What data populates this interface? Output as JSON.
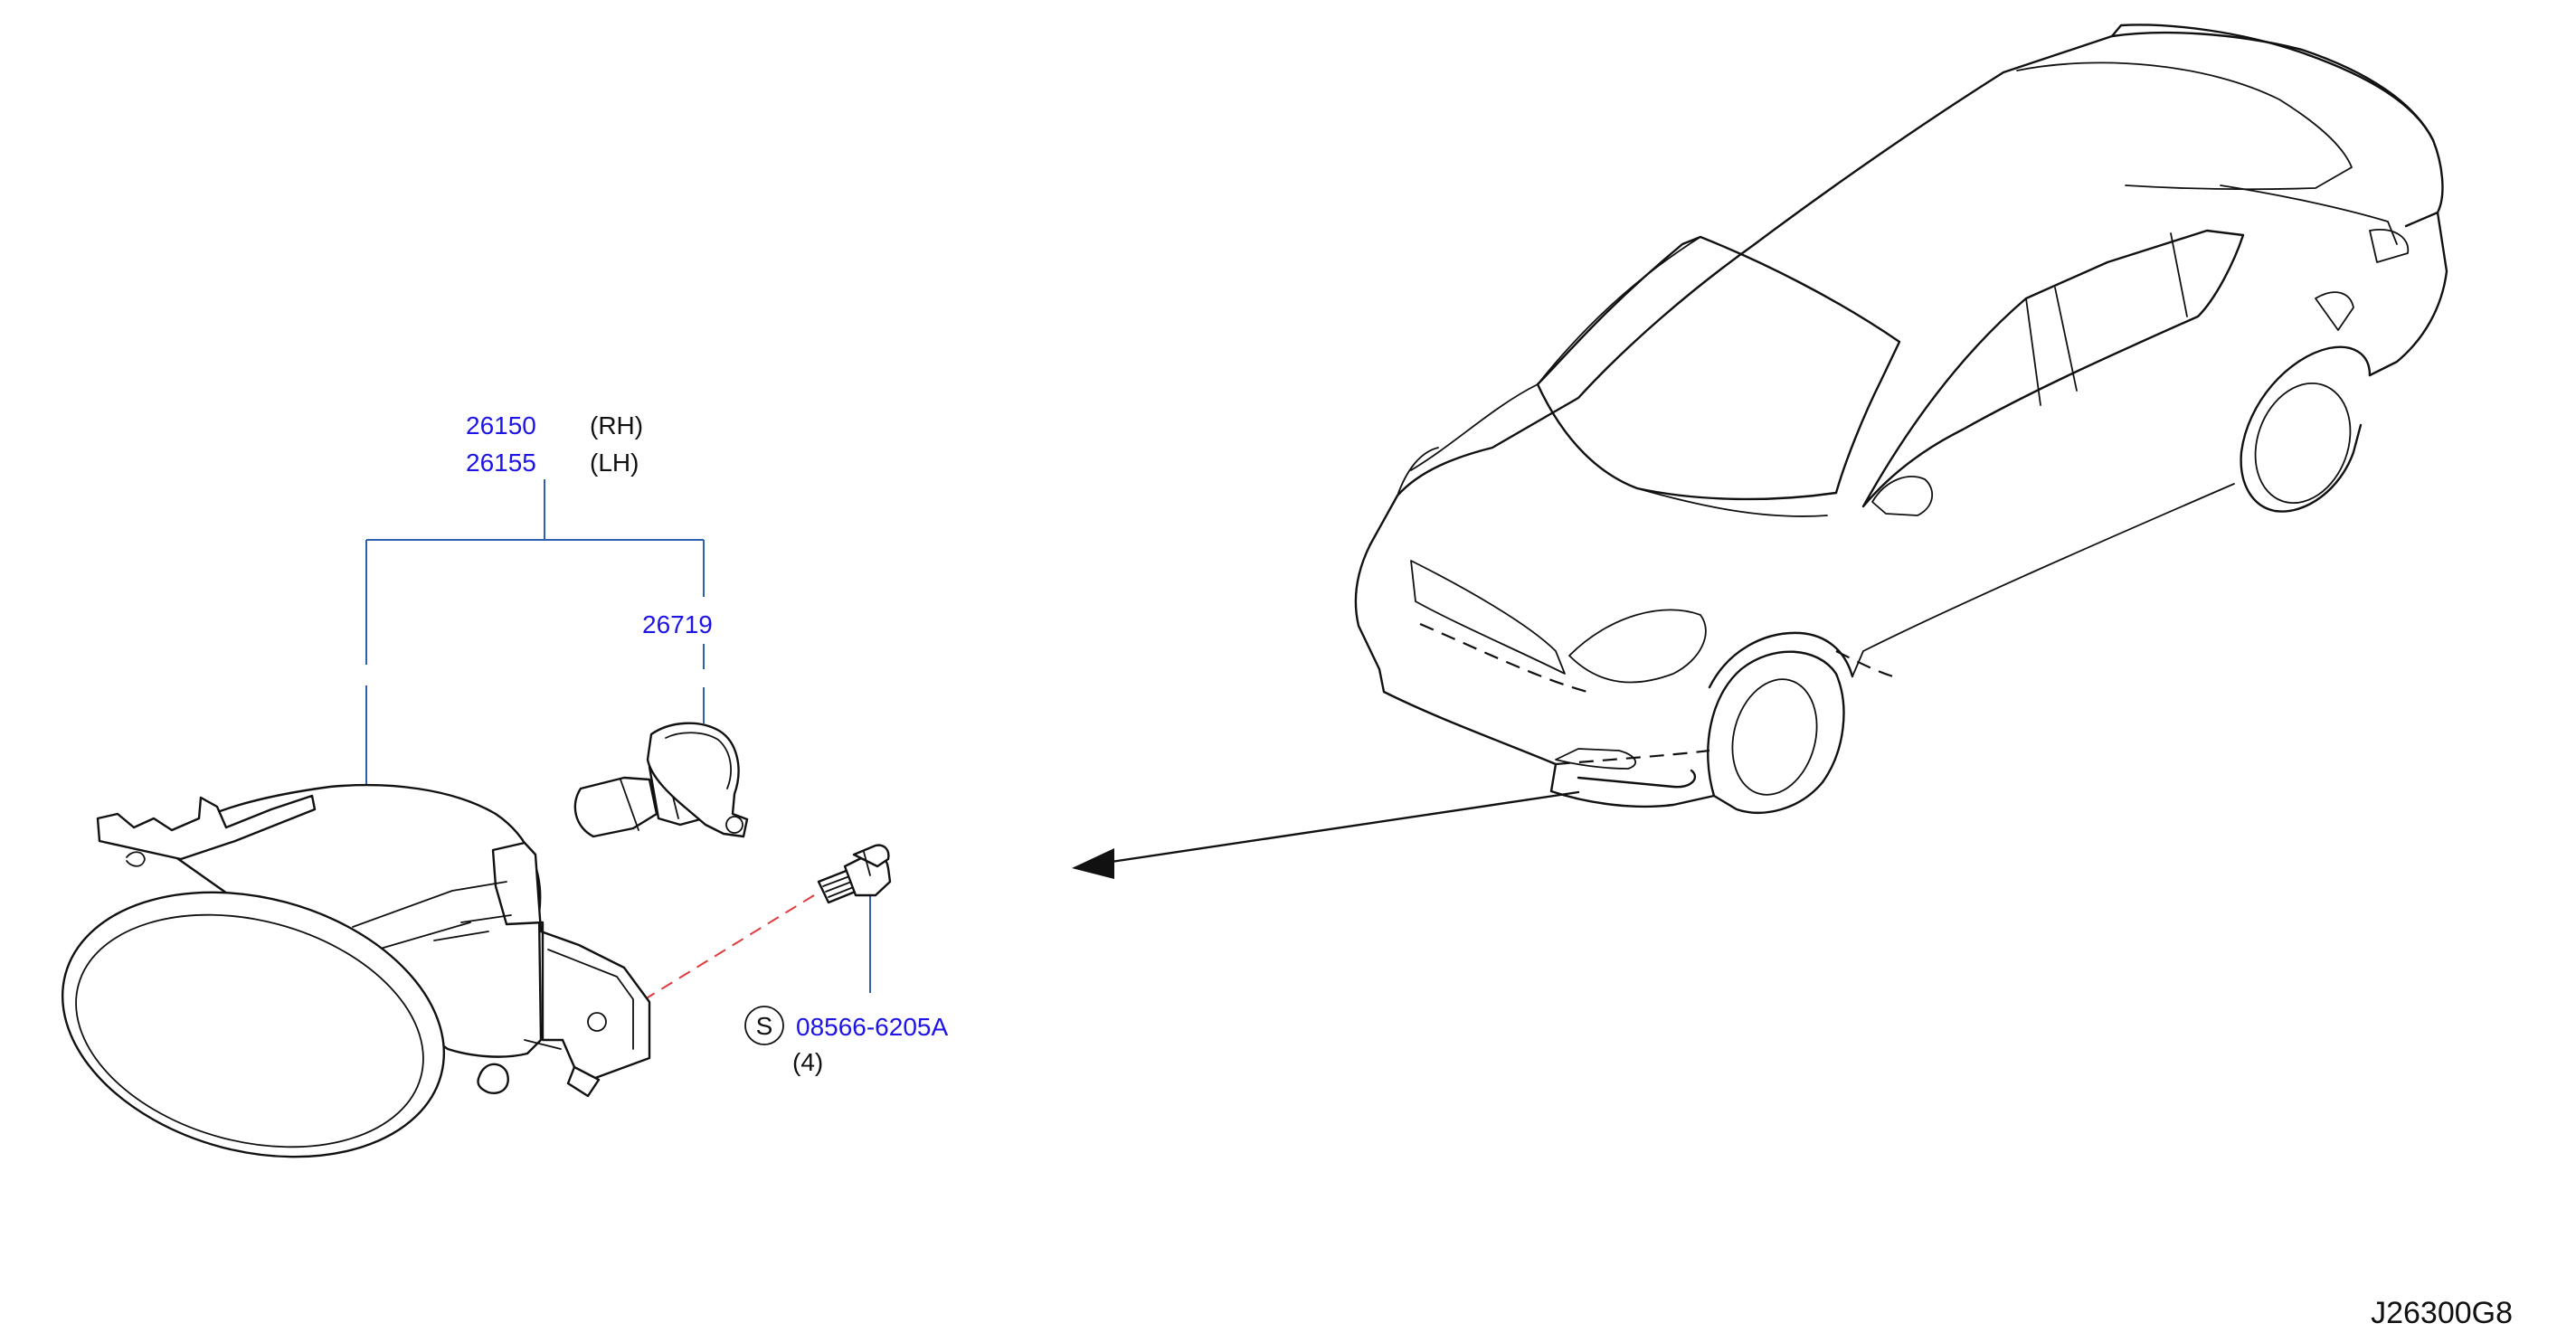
{
  "parts": {
    "fog_lamp_rh": {
      "number": "26150",
      "side": "(RH)"
    },
    "fog_lamp_lh": {
      "number": "26155",
      "side": "(LH)"
    },
    "bulb": {
      "number": "26719"
    },
    "screw": {
      "symbol": "S",
      "number": "08566-6205A",
      "quantity": "(4)"
    }
  },
  "drawing_code": "J26300G8",
  "colors": {
    "link": "#1e14e6",
    "leader": "#2f5fb0",
    "ink": "#111111",
    "hidden_line": "#e23a3a"
  },
  "icons": {
    "fog_lamp": "fog-lamp-illustration",
    "bulb": "bulb-illustration",
    "screw": "screw-illustration",
    "vehicle": "car-illustration",
    "location_arrow": "arrow-left-icon"
  }
}
